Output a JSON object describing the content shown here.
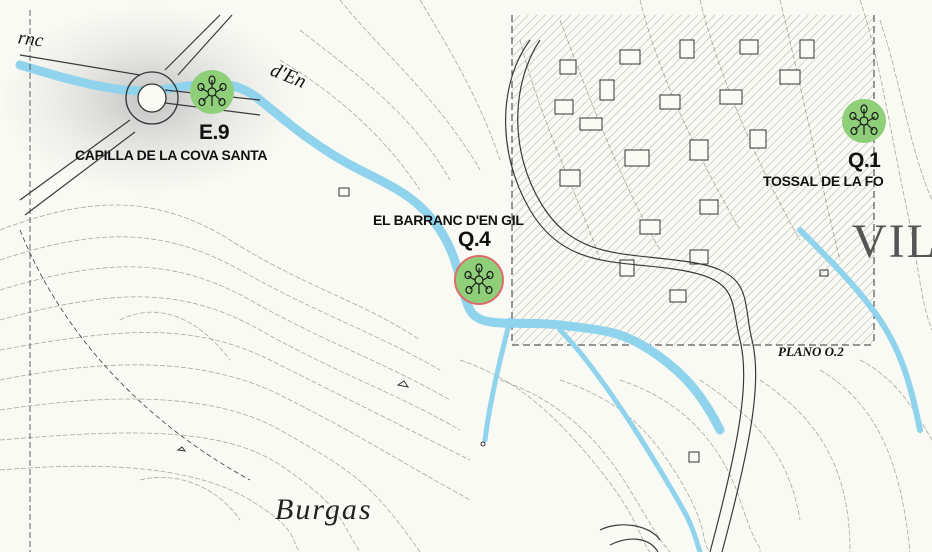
{
  "labels": {
    "top_left": "rnc",
    "stream_name": "d'En",
    "chapel_code": "E.9",
    "chapel_name": "CAPILLA DE LA COVA SANTA",
    "barranc_name": "EL BARRANC D'EN GIL",
    "barranc_code": "Q.4",
    "tossal_code": "Q.1",
    "tossal_name": "TOSSAL DE LA FO",
    "town_fragment": "VIL",
    "plan_label": "PLANO O.2",
    "place_name": "Burgas"
  },
  "markers": [
    {
      "code": "E.9",
      "symbol": "tree-icon",
      "color": "#8fcf7a",
      "highlight": false
    },
    {
      "code": "Q.4",
      "symbol": "tree-icon",
      "color": "#8fcf7a",
      "highlight": true,
      "ring_color": "#e06a6a"
    },
    {
      "code": "Q.1",
      "symbol": "tree-icon",
      "color": "#8fcf7a",
      "highlight": false
    }
  ],
  "colors": {
    "stream": "#8fd3ec",
    "contour": "#a9a9a0",
    "road": "#3a3a3a",
    "paper": "#fafaf4",
    "hatch": "#5a5a5a"
  }
}
